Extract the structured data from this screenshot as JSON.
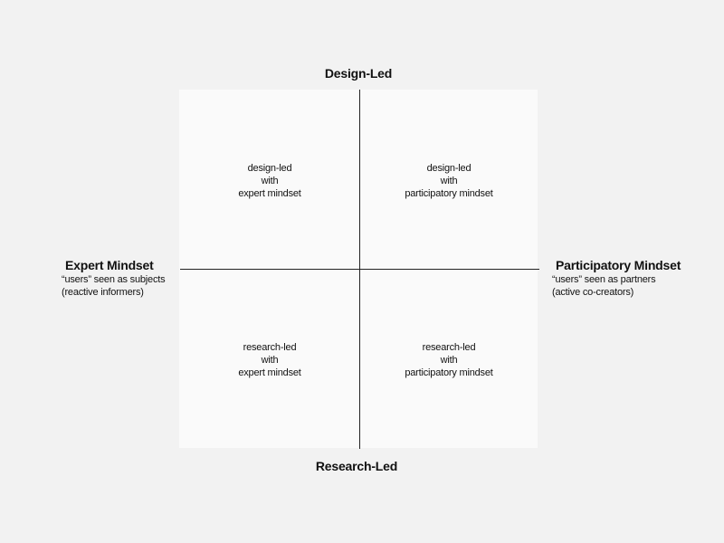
{
  "axes": {
    "top": {
      "title": "Design-Led"
    },
    "bottom": {
      "title": "Research-Led"
    },
    "left": {
      "title": "Expert Mindset",
      "lines": [
        "“users” seen as subjects",
        "(reactive informers)"
      ]
    },
    "right": {
      "title": "Participatory Mindset",
      "lines": [
        "“users” seen as partners",
        "(active co-creators)"
      ]
    }
  },
  "quadrants": {
    "top_left": [
      "design-led",
      "with",
      "expert mindset"
    ],
    "top_right": [
      "design-led",
      "with",
      "participatory mindset"
    ],
    "bottom_left": [
      "research-led",
      "with",
      "expert mindset"
    ],
    "bottom_right": [
      "research-led",
      "with",
      "participatory mindset"
    ]
  }
}
